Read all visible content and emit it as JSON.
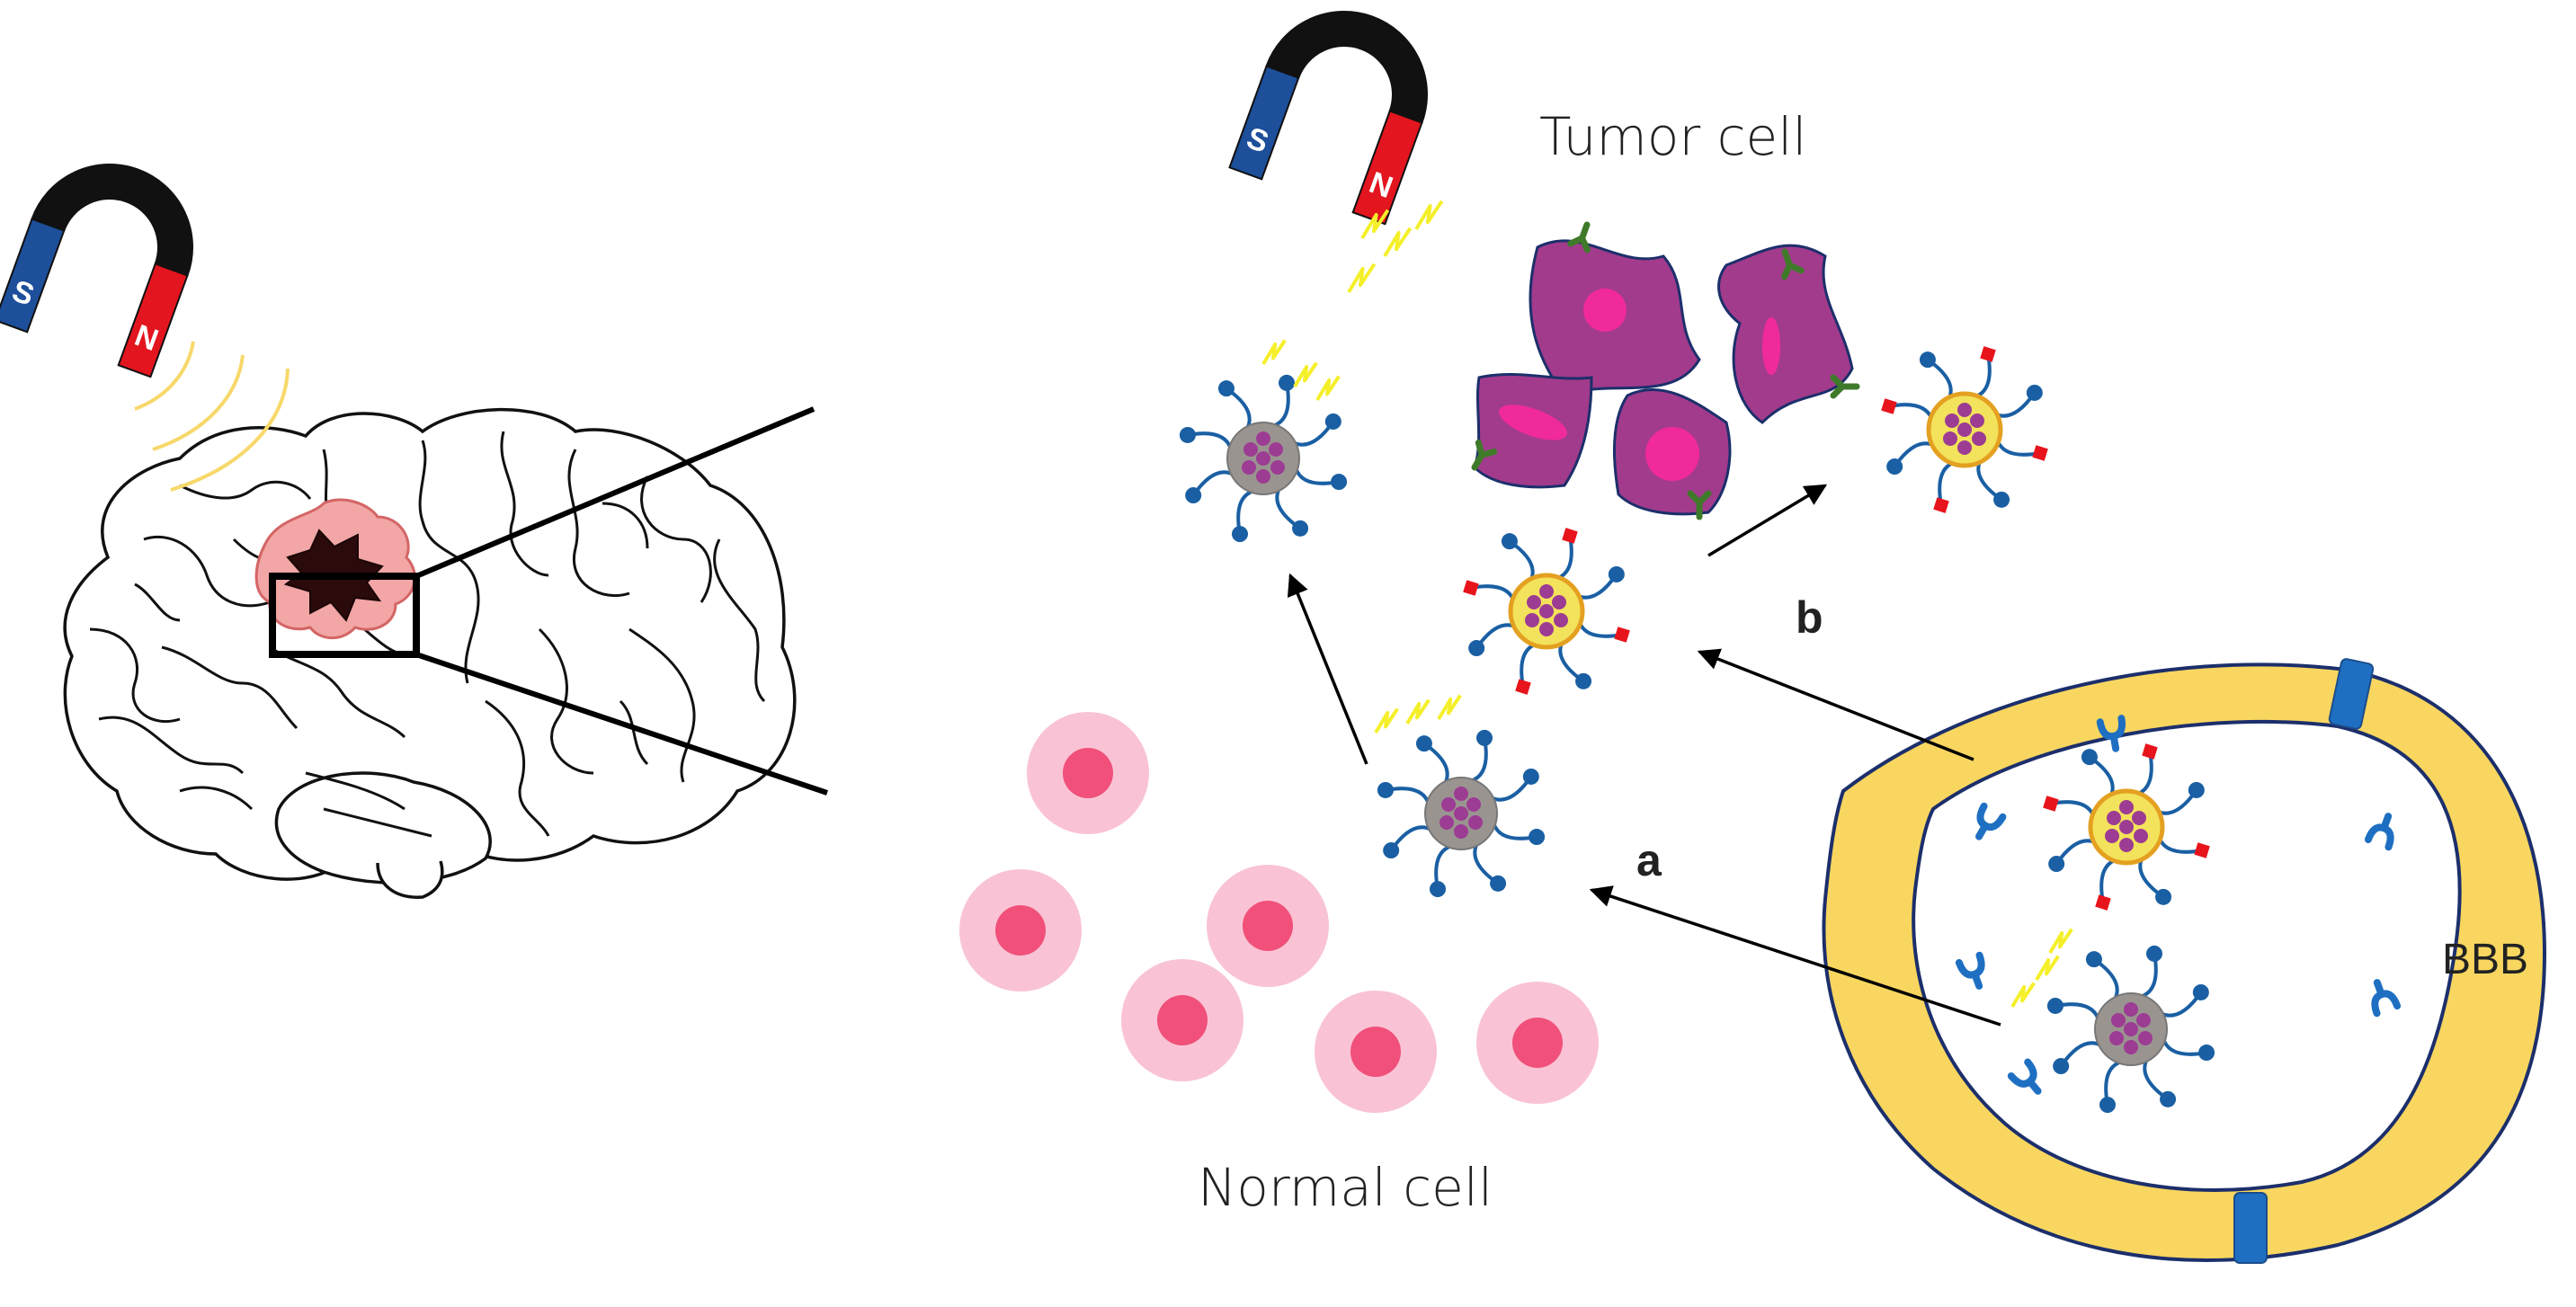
{
  "labels": {
    "tumor_cell": "Tumor cell",
    "normal_cell": "Normal cell",
    "path_a": "a",
    "path_b": "b",
    "bbb": "BBB"
  },
  "magnet": {
    "south_pole": "S",
    "north_pole": "N"
  },
  "colors": {
    "magnet_blue": "#1d4f9a",
    "magnet_red": "#e3151f",
    "magnet_black": "#111111",
    "spark_yellow": "#f5ef2a",
    "field_arcs": "#f7d86a",
    "tumor_fill": "#a23b8c",
    "tumor_nucleus": "#f02a9a",
    "tumor_receptor": "#3f7a2a",
    "normal_outer": "#f9c3d5",
    "normal_nucleus": "#f0507a",
    "np_plain_core": "#9a9490",
    "np_targeted_core": "#f3e25b",
    "np_drug": "#9c3c93",
    "np_ligand": "#1a5fa3",
    "np_targeting_tip": "#e8141c",
    "vessel_wall": "#f8d660",
    "vessel_outline": "#1c2f6b",
    "vessel_junction": "#1e6fc2",
    "lesion_halo": "#f2a6a6",
    "lesion_core": "#2a0a0a"
  }
}
